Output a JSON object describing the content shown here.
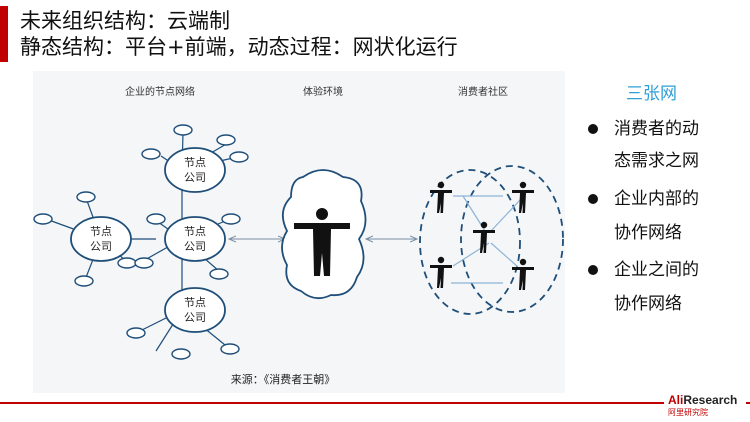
{
  "slide": {
    "title_line1": "未来组织结构：云端制",
    "title_line2": "静态结构：平台+前端，动态过程：网状化运行"
  },
  "diagram": {
    "label_network": "企业的节点网络",
    "label_experience": "体验环境",
    "label_community": "消费者社区",
    "node_line1": "节点",
    "node_line2": "公司",
    "source": "来源：《消费者王朝》"
  },
  "sidebar": {
    "heading": "三张网",
    "items": [
      {
        "line1": "消费者的动",
        "line2": "态需求之网"
      },
      {
        "line1": "企业内部的",
        "line2": "协作网络"
      },
      {
        "line1": "企业之间的",
        "line2": "协作网络"
      }
    ]
  },
  "logo": {
    "ali": "Ali",
    "research": "Research",
    "cn": "阿里研究院"
  },
  "colors": {
    "accent": "#c00000",
    "heading_blue": "#2e9fd6",
    "diagram_stroke": "#1f4e79"
  }
}
